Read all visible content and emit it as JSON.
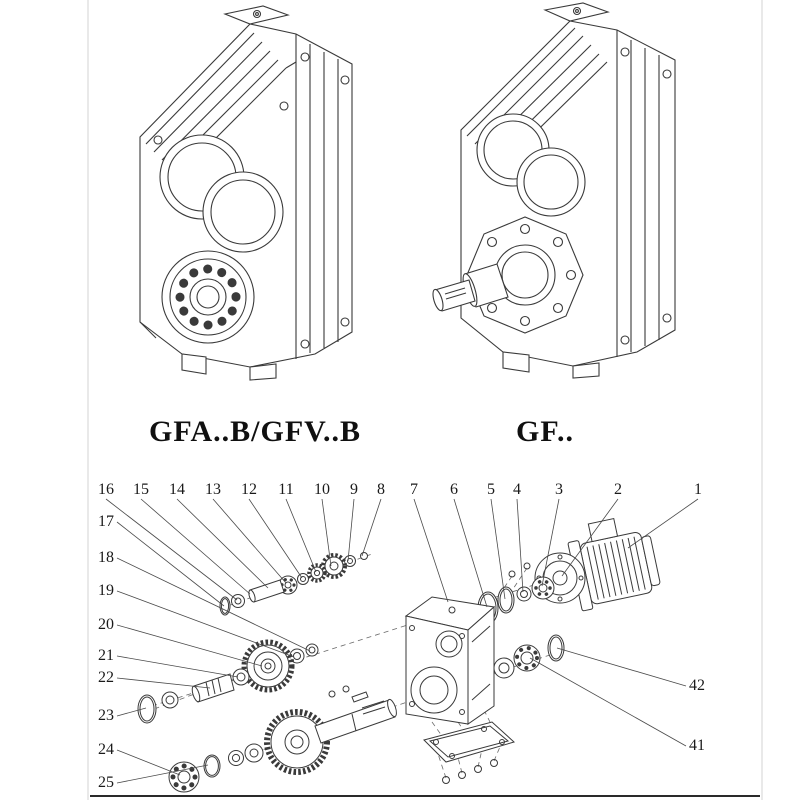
{
  "page": {
    "background": "#ffffff",
    "line_color": "#3a3a3a"
  },
  "labels": {
    "left_model": "GFA..B/GFV..B",
    "right_model": "GF.."
  },
  "exploded_view": {
    "callouts_top": [
      "16",
      "15",
      "14",
      "13",
      "12",
      "11",
      "10",
      "9",
      "8",
      "7",
      "6",
      "5",
      "4",
      "3",
      "2",
      "1"
    ],
    "callouts_left": [
      "17",
      "18",
      "19",
      "20",
      "21",
      "22",
      "23",
      "24",
      "25"
    ],
    "callouts_right": [
      "42",
      "41"
    ]
  }
}
